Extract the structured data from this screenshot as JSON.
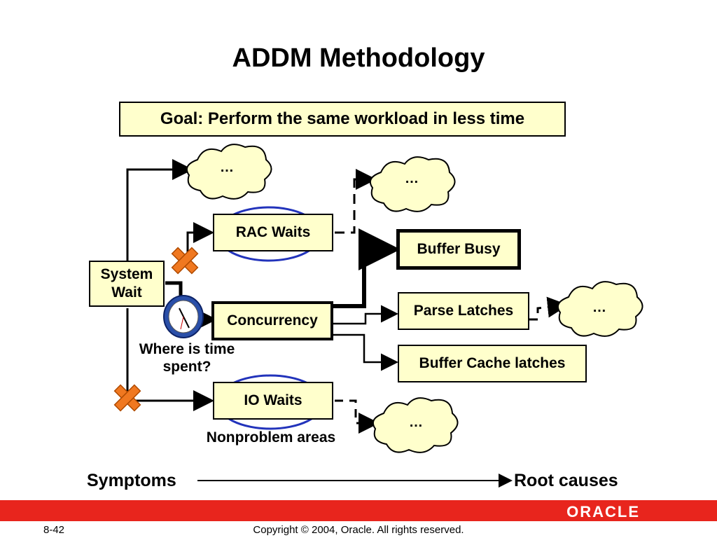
{
  "title": "ADDM Methodology",
  "goal": "Goal: Perform the same workload in less time",
  "nodes": {
    "system_wait": "System\nWait",
    "rac_waits": "RAC Waits",
    "concurrency": "Concurrency",
    "io_waits": "IO Waits",
    "buffer_busy": "Buffer Busy",
    "parse_latches": "Parse Latches",
    "buffer_cache_latches": "Buffer Cache latches"
  },
  "clouds": {
    "top": "…",
    "rac": "…",
    "parse": "…",
    "io": "…"
  },
  "annotations": {
    "where_time": "Where is time\nspent?",
    "nonproblem": "Nonproblem areas"
  },
  "axis": {
    "left": "Symptoms",
    "right": "Root causes"
  },
  "footer": {
    "page": "8-42",
    "copyright": "Copyright © 2004, Oracle.  All rights reserved.",
    "logo": "ORACLE"
  },
  "colors": {
    "box_fill": "#ffffcc",
    "highlight_ellipse": "#2233bb",
    "red_bar": "#e8251d",
    "x_mark": "#f07820"
  },
  "icons": [
    "clock-icon",
    "x-mark-icon",
    "cloud-icon"
  ]
}
